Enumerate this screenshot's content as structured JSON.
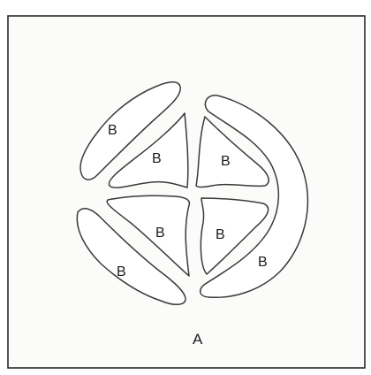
{
  "figure": {
    "panel_label": "A",
    "labels": {
      "outer_top_left": "B",
      "outer_bottom_left": "B",
      "outer_right": "B",
      "inner_top_left": "B",
      "inner_top_right": "B",
      "inner_bottom_left": "B",
      "inner_bottom_right": "B"
    }
  }
}
